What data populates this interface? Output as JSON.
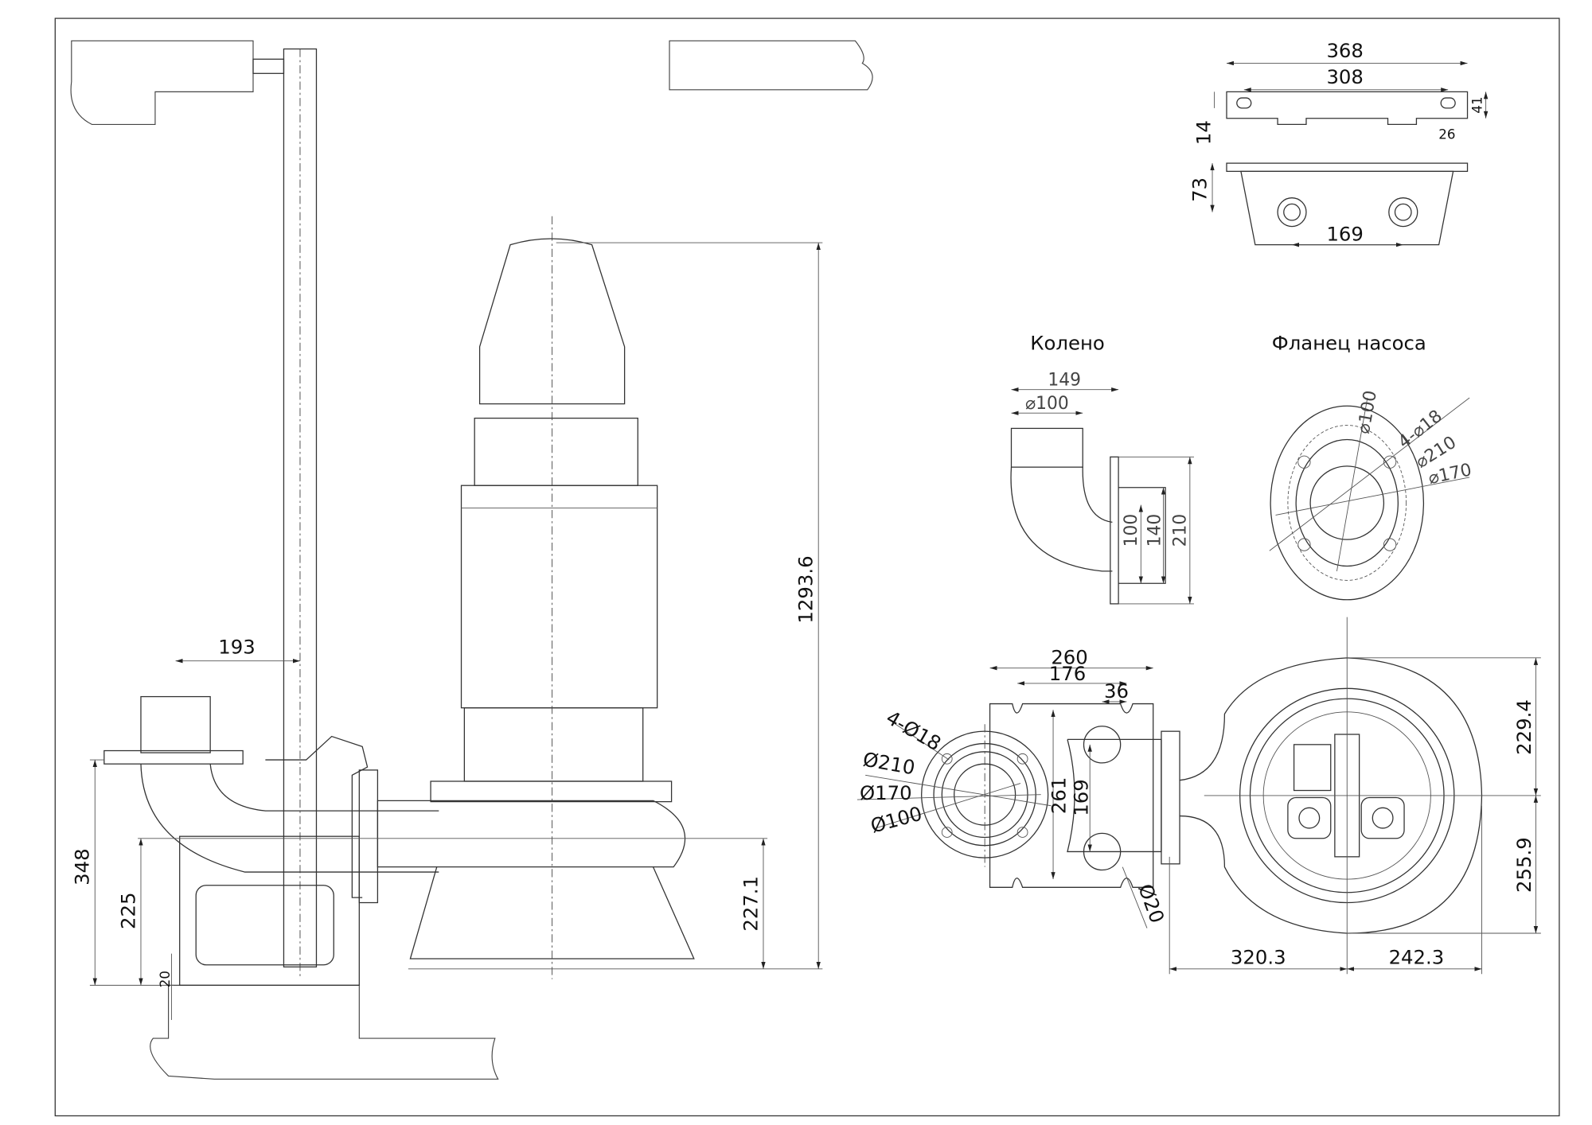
{
  "titles": {
    "elbow": "Колено",
    "pump_flange": "Фланец насоса"
  },
  "top_bracket": {
    "w368": "368",
    "w308": "308",
    "h41": "41",
    "h14": "14",
    "w26": "26",
    "h73": "73",
    "w169": "169"
  },
  "elbow": {
    "w149": "149",
    "d100": "⌀100",
    "h100": "100",
    "h140": "140",
    "h210": "210"
  },
  "pump_flange": {
    "d100": "⌀100",
    "holes": "4-⌀18",
    "d210": "⌀210",
    "d170": "⌀170"
  },
  "base_plan": {
    "w260": "260",
    "w176": "176",
    "w36": "36",
    "holes": "4-Ø18",
    "d210": "Ø210",
    "d170": "Ø170",
    "d100": "Ø100",
    "h261": "261",
    "h169": "169",
    "d20": "Ø20"
  },
  "pump_plan": {
    "h229": "229.4",
    "h255": "255.9",
    "w320": "320.3",
    "w242": "242.3"
  },
  "main_view": {
    "w193": "193",
    "h1293": "1293.6",
    "h348": "348",
    "h225": "225",
    "h20": "20",
    "h227": "227.1"
  }
}
